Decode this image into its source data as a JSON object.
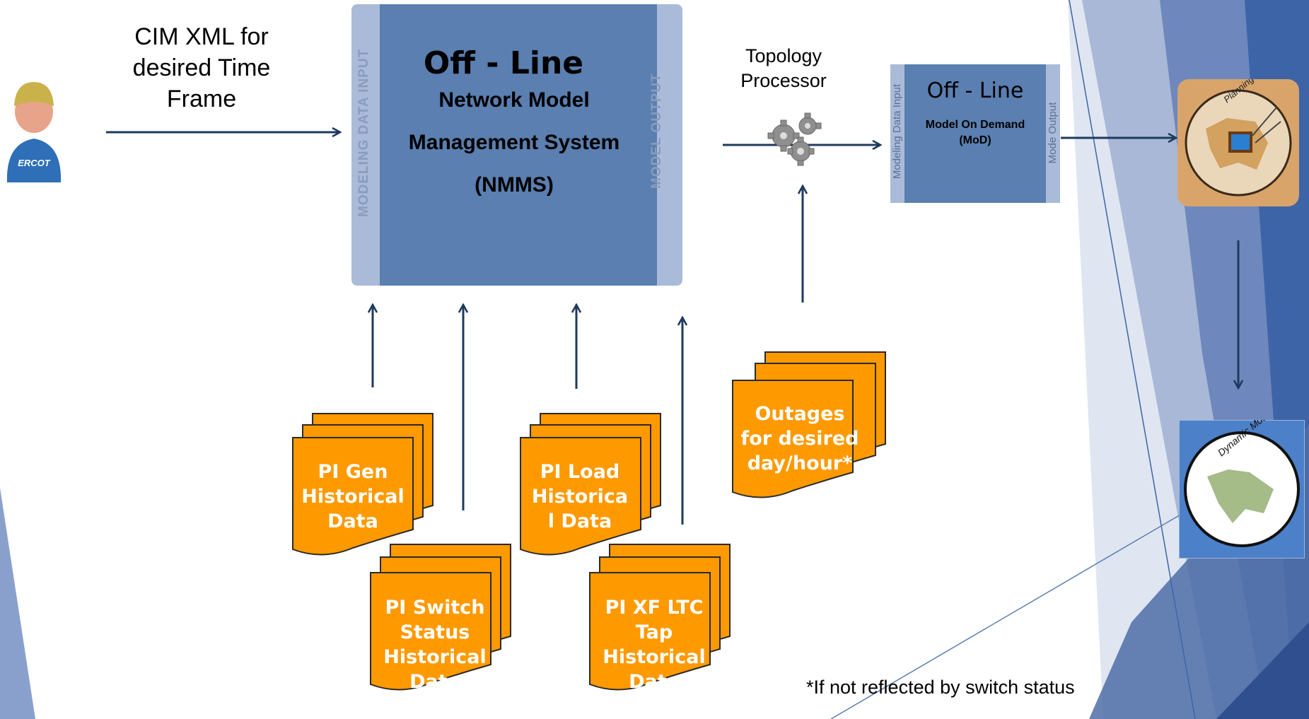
{
  "cim_label": "CIM XML for desired Time Frame",
  "nmms": {
    "side_left": "MODELING DATA INPUT",
    "side_right": "MODEL OUTPUT",
    "title": "Off - Line",
    "line1": "Network Model",
    "line2": "Management System",
    "line3": "(NMMS)"
  },
  "topology_label": "Topology Processor",
  "mod": {
    "side_left": "Modeling Data Input",
    "side_right": "Mode Output",
    "title": "Off - Line",
    "line1": "Model On Demand",
    "line2": "(MoD)"
  },
  "user_logo_text": "ERCOT",
  "planning_logo_text": "Planning Model",
  "dynamic_logo_text": "Dynamic Model",
  "docs": {
    "pi_gen": "PI Gen Historical Data",
    "pi_load": "PI Load Historica l Data",
    "outages": "Outages for desired day/hour*",
    "pi_switch": "PI Switch Status Historical Data",
    "pi_xf": "PI XF LTC Tap Historical Data"
  },
  "footnote": "*If not reflected by switch status",
  "colors": {
    "navy": "#1f3a5f",
    "box_blue": "#5a7fb0",
    "box_side": "#a9bbd9",
    "doc_orange": "#ff9900",
    "doc_edge": "#2a2a2a"
  }
}
